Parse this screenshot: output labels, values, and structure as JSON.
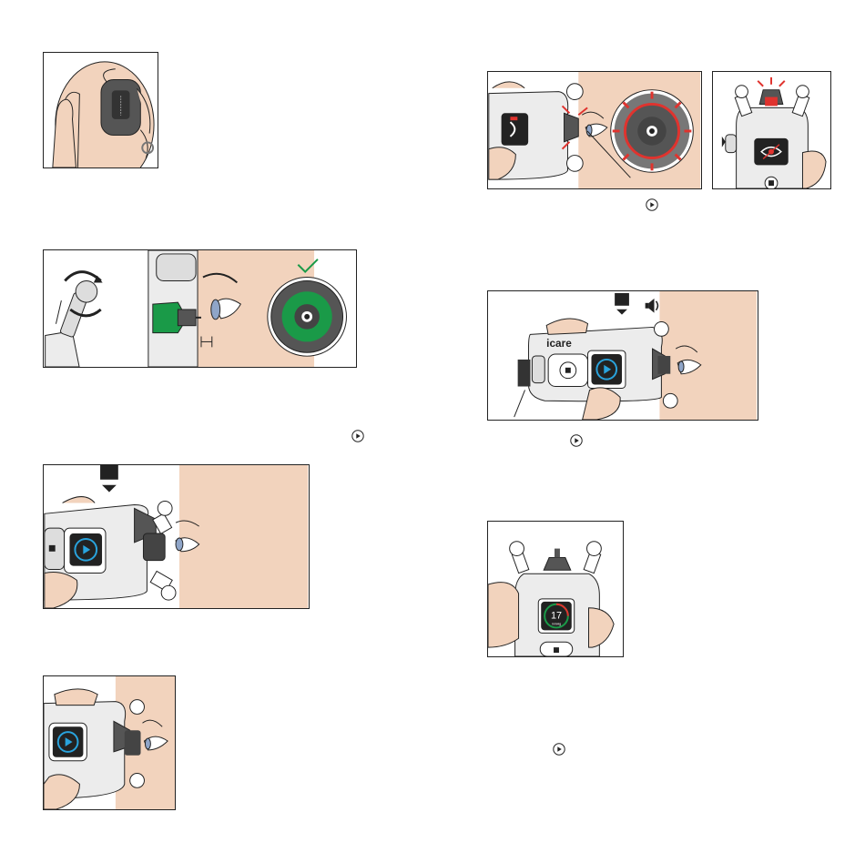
{
  "figures": {
    "brand_label": "icare",
    "reading_value": "17",
    "reading_unit": "mmHg"
  },
  "icons": [
    "play-icon",
    "checkmark-icon",
    "speaker-icon",
    "eye-icon",
    "stop-icon"
  ],
  "colors": {
    "accent_green": "#1a9a48",
    "alert_red": "#e0332e",
    "indicator_blue": "#29a3dd",
    "skin": "#f2d3bd",
    "device_body": "#ececec",
    "outline": "#222222"
  }
}
